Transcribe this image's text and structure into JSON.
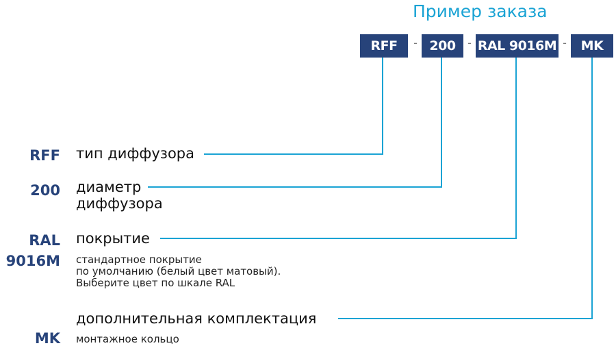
{
  "title": "Пример заказа",
  "order_code": {
    "segments": [
      "RFF",
      "200",
      "RAL 9016M",
      "MK"
    ],
    "separator": "-"
  },
  "items": [
    {
      "code": "RFF",
      "label": "тип диффузора"
    },
    {
      "code": "200",
      "label_line1": "диаметр",
      "label_line2": "диффузора"
    },
    {
      "code_line1": "RAL",
      "code_line2": "9016M",
      "label": "покрытие",
      "description": [
        "стандартное покрытие",
        "по умолчанию (белый цвет матовый).",
        "Выберите цвет по шкале RAL"
      ]
    },
    {
      "code": "MK",
      "label": "дополнительная комплектация",
      "description": [
        "монтажное кольцо"
      ]
    }
  ],
  "colors": {
    "title": "#1aa3d4",
    "box": "#27437a",
    "code": "#27437a",
    "line": "#1aa3d4"
  }
}
